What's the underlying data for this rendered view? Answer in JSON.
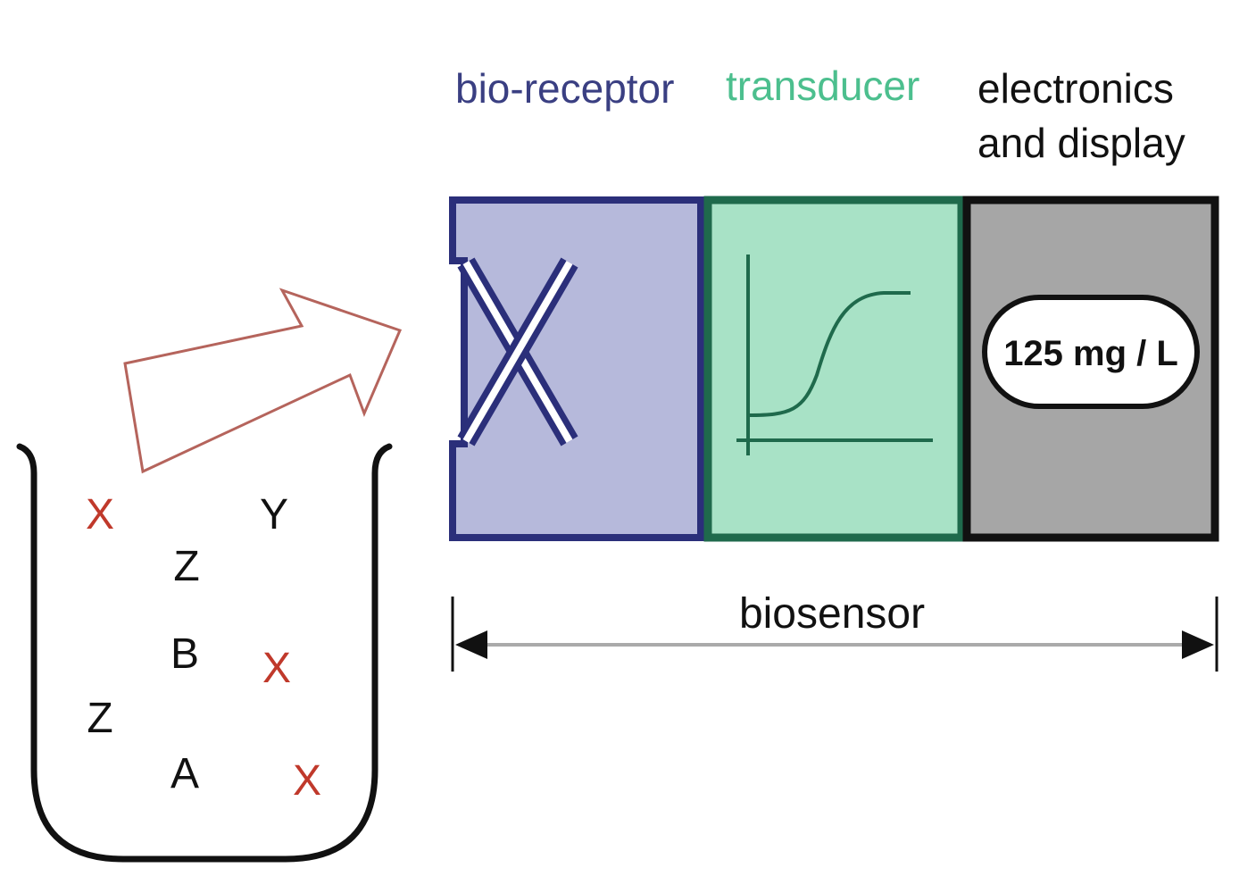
{
  "labels": {
    "bioreceptor": "bio-receptor",
    "transducer": "transducer",
    "electronics_line1": "electronics",
    "electronics_line2": "and display",
    "biosensor": "biosensor"
  },
  "display": {
    "reading": "125 mg / L"
  },
  "beaker": {
    "molecules": [
      {
        "text": "X",
        "kind": "target"
      },
      {
        "text": "Y",
        "kind": "other"
      },
      {
        "text": "Z",
        "kind": "other"
      },
      {
        "text": "B",
        "kind": "other"
      },
      {
        "text": "X",
        "kind": "target"
      },
      {
        "text": "Z",
        "kind": "other"
      },
      {
        "text": "A",
        "kind": "other"
      },
      {
        "text": "X",
        "kind": "target"
      }
    ]
  },
  "colors": {
    "bioreceptor_fill": "#b6b9db",
    "bioreceptor_stroke": "#2b2f7a",
    "bioreceptor_label": "#3a3f82",
    "transducer_fill": "#a8e2c6",
    "transducer_stroke": "#1f6a4c",
    "transducer_label": "#4cbf8e",
    "electronics_fill": "#a6a6a6",
    "electronics_stroke": "#111111",
    "target_molecule": "#c0392b",
    "other_molecule": "#111111",
    "arrow_stroke": "#b5645c"
  }
}
